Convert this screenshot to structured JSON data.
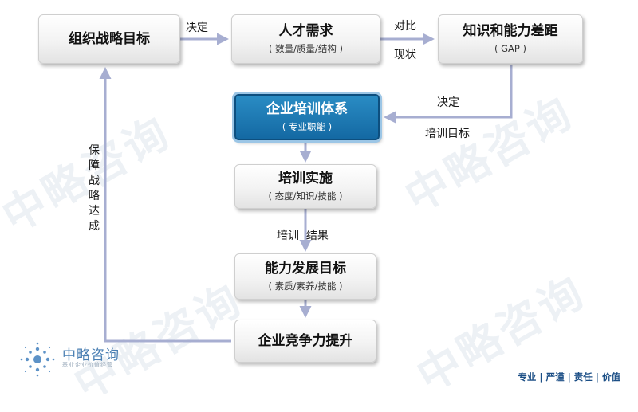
{
  "watermark": "中略咨询",
  "nodes": {
    "org_strategy": {
      "title": "组织战略目标"
    },
    "talent_demand": {
      "title": "人才需求",
      "subtitle": "( 数量/质量/结构 )"
    },
    "gap": {
      "title": "知识和能力差距",
      "subtitle": "( GAP )"
    },
    "training_system": {
      "title": "企业培训体系",
      "subtitle": "( 专业职能 )"
    },
    "training_impl": {
      "title": "培训实施",
      "subtitle": "( 态度/知识/技能 )"
    },
    "ability_goal": {
      "title": "能力发展目标",
      "subtitle": "( 素质/素养/技能 )"
    },
    "competitiveness": {
      "title": "企业竞争力提升"
    }
  },
  "edge_labels": {
    "decide_1": "决定",
    "compare": "对比",
    "status": "现状",
    "decide_2": "决定",
    "training_goal": "培训目标",
    "training_result": "培训  结果",
    "guarantee": "保障战略达成"
  },
  "logo": {
    "name": "中略咨询",
    "tagline": "基业企业价值经营"
  },
  "motto": "专业 | 严谨 | 责任 | 价值"
}
